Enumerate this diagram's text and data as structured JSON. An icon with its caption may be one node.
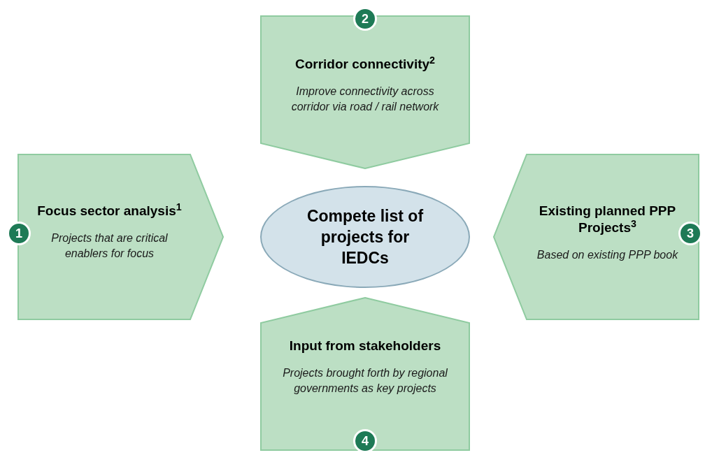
{
  "diagram": {
    "nodes": [
      {
        "text": [
          "2"
        ]
      },
      {
        "text": [
          "Corridor connectivity$^{2}$",
          "Improve connectivity across corridor via road / rail network"
        ]
      },
      {
        "text": [
          "1"
        ]
      },
      {
        "text": [
          "Focus sector analysis$^{1}$",
          "Projects that are critical enablers for focus"
        ]
      },
      {
        "text": [
          "Compete list of projects for IEDCs"
        ]
      },
      {
        "text": [
          "Existing planned PPP Projects$^{3}$",
          "Based on existing PPP book"
        ]
      },
      {
        "text": [
          "3"
        ]
      },
      {
        "text": [
          "Input from stakeholders",
          "Projects brought forth by regional governments as key projects"
        ]
      },
      {
        "text": [
          "4"
        ]
      }
    ]
  }
}
